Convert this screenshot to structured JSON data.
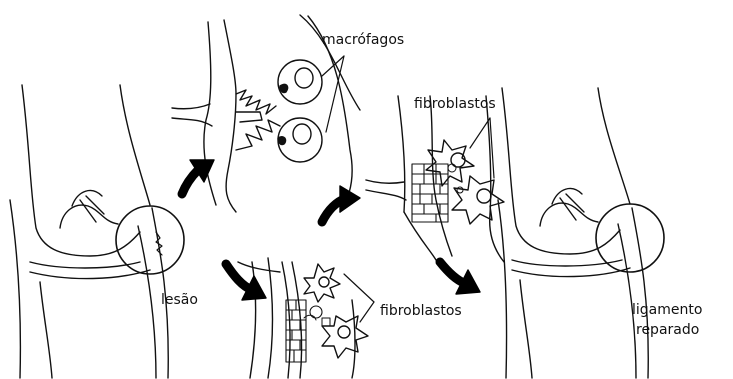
{
  "labels": {
    "macrophages": "macrófagos",
    "fibroblasts_top": "fibroblastos",
    "lesion": "lesão",
    "fibroblasts_bottom": "fibroblastos",
    "repaired_line1": "ligamento",
    "repaired_line2": "reparado"
  },
  "colors": {
    "ink": "#111111",
    "arrow": "#000000",
    "background": "#ffffff"
  }
}
